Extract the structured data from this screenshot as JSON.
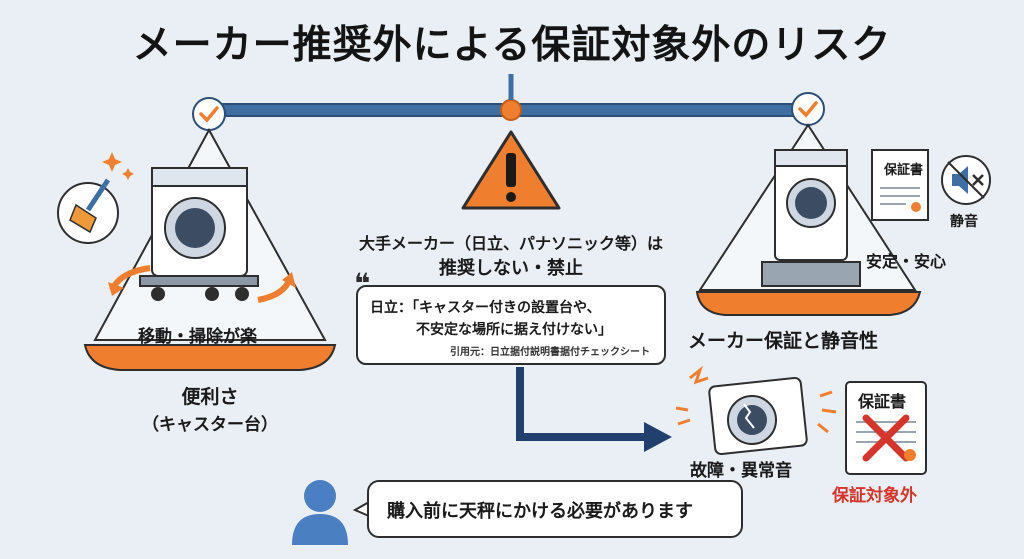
{
  "title": "メーカー推奨外による保証対象外のリスク",
  "left": {
    "caption": "移動・掃除が楽",
    "label_main": "便利さ",
    "label_sub": "（キャスター台）"
  },
  "center": {
    "warning_line1": "大手メーカー（日立、パナソニック等）は",
    "warning_line2": "推奨しない・禁止",
    "quote_line1": "日立：「キャスター付きの設置台や、",
    "quote_line2": "不安定な場所に据え付けない」",
    "quote_source": "引用元：日立据付説明書据付チェックシート"
  },
  "right": {
    "warranty_doc": "保証書",
    "silence_label": "静音",
    "stable_label": "安定・安心",
    "pan_label": "メーカー保証と静音性"
  },
  "bottom": {
    "failure_label": "故障・異常音",
    "warranty_doc": "保証書",
    "void_label": "保証対象外",
    "advice": "購入前に天秤にかける必要があります"
  },
  "colors": {
    "beam_blue": "#3f6ea3",
    "orange": "#ef7f2e",
    "navy": "#21406e",
    "red": "#d6352b"
  }
}
